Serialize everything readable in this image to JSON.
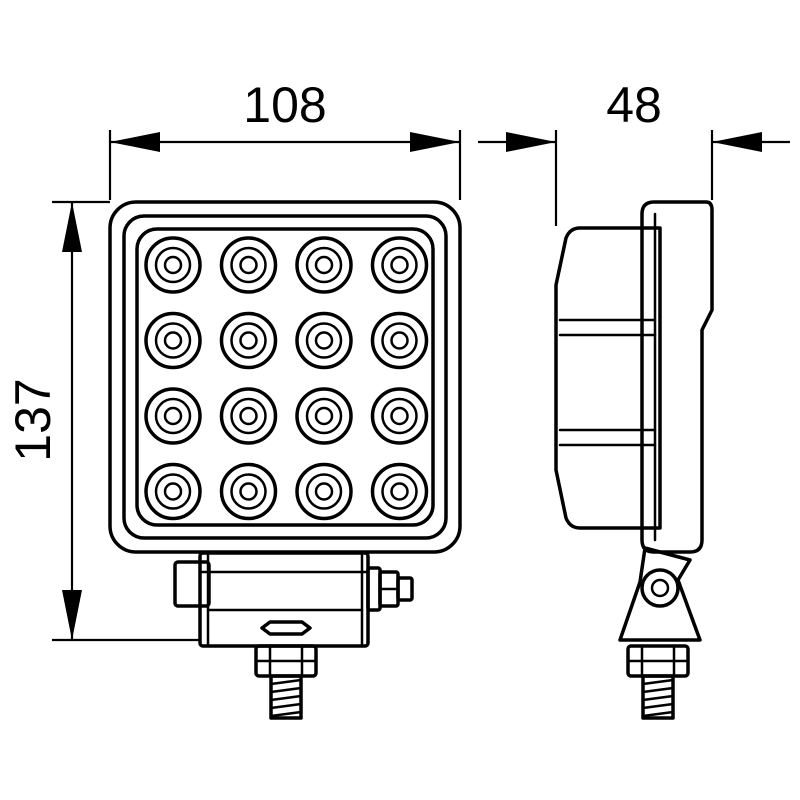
{
  "dimensions": {
    "width": "108",
    "depth": "48",
    "height": "137"
  },
  "led_grid": {
    "rows": 4,
    "columns": 4
  }
}
